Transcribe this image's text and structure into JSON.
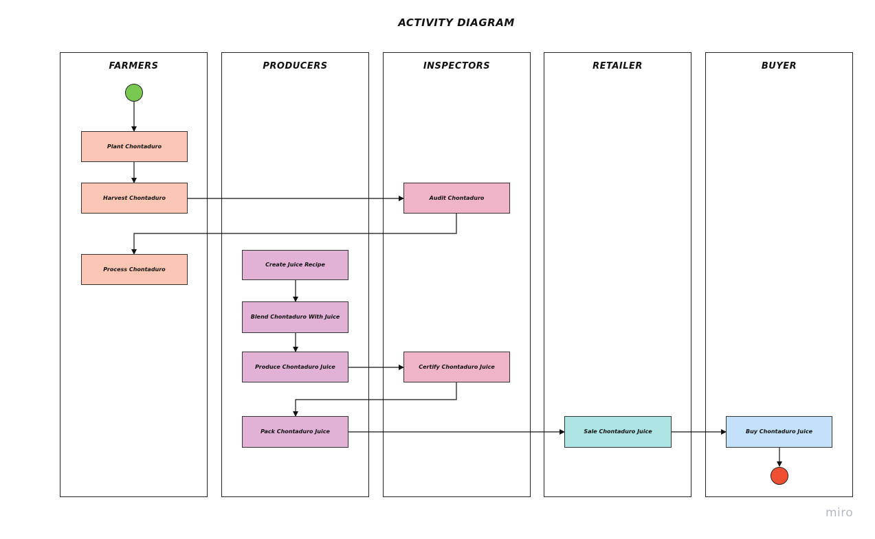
{
  "title": "ACTIVITY DIAGRAM",
  "lanes": [
    "FARMERS",
    "PRODUCERS",
    "INSPECTORS",
    "RETAILER",
    "BUYER"
  ],
  "nodes": {
    "plant": "Plant Chontaduro",
    "harvest": "Harvest Chontaduro",
    "audit": "Audit Chontaduro",
    "process": "Process Chontaduro",
    "recipe": "Create Juice Recipe",
    "blend": "Blend Chontaduro With Juice",
    "produce": "Produce Chontaduro Juice",
    "certify": "Certify Chontaduro Juice",
    "pack": "Pack Chontaduro Juice",
    "sale": "Sale Chontaduro Juice",
    "buy": "Buy Chontaduro Juice"
  },
  "colors": {
    "start": "#79c852",
    "end": "#f05032",
    "farmers": "#fbc7b4",
    "inspectors": "#efb4c8",
    "producers": "#e1b2d6",
    "retailer": "#ade4e4",
    "buyer": "#c3e2f9"
  },
  "watermark": "miro"
}
